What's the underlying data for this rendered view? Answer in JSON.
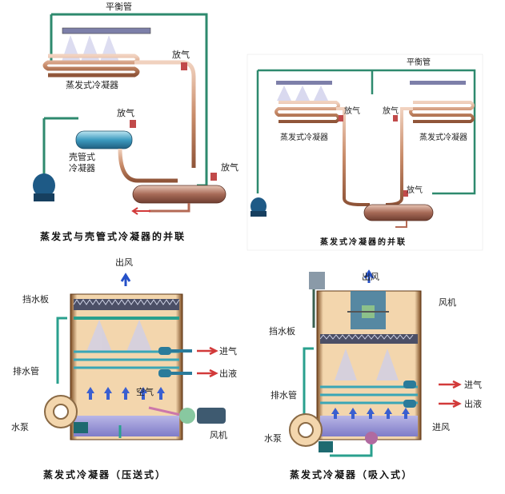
{
  "panel_tl": {
    "balance_pipe": "平衡管",
    "vent_top": "放气",
    "evap_condenser": "蒸发式冷凝器",
    "vent_mid": "放气",
    "shell_tube_line1": "壳管式",
    "shell_tube_line2": "冷凝器",
    "vent_tank": "放气",
    "caption": "蒸发式与壳管式冷凝器的并联"
  },
  "panel_tr": {
    "balance_pipe": "平衡管",
    "vent_left": "放气",
    "vent_right": "放气",
    "evap_left": "蒸发式冷凝器",
    "evap_right": "蒸发式冷凝器",
    "vent_tank": "放气",
    "caption": "蒸发式冷凝器的并联"
  },
  "panel_bl": {
    "air_out": "出风",
    "baffle": "挡水板",
    "gas_in": "进气",
    "liquid_out": "出液",
    "drain_pipe": "排水管",
    "air": "空气",
    "pump": "水泵",
    "fan": "风机",
    "caption": "蒸发式冷凝器（压送式）"
  },
  "panel_br": {
    "air_out": "出风",
    "fan": "风机",
    "baffle": "挡水板",
    "gas_in": "进气",
    "drain_pipe": "排水管",
    "liquid_out": "出液",
    "air_in": "进风",
    "pump": "水泵",
    "caption": "蒸发式冷凝器（吸入式）"
  }
}
